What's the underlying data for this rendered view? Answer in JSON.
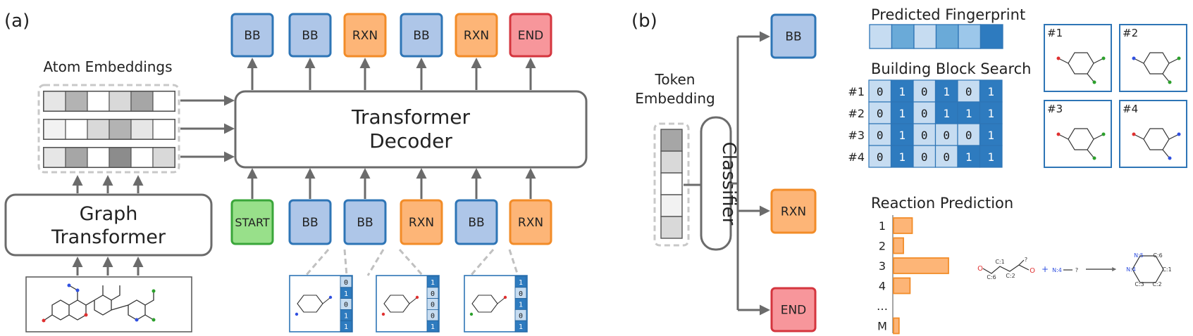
{
  "colors": {
    "bb_fill": "#aec6e8",
    "bb_stroke": "#2e75b6",
    "rxn_fill": "#fdb577",
    "rxn_stroke": "#f28c28",
    "end_fill": "#f7969b",
    "end_stroke": "#d4353e",
    "start_fill": "#98e08a",
    "start_stroke": "#3aa63a",
    "grey_stroke": "#6b6b6b",
    "dashed": "#c8c8c8",
    "fp_dark": "#2e7bbf",
    "fp_light": "#c6dcf1"
  },
  "panel_a": {
    "label": "(a)",
    "atom_embeddings_title": "Atom Embeddings",
    "atom_embedding_shades": [
      [
        "#e6e6e6",
        "#b3b3b3",
        "#ffffff",
        "#d9d9d9",
        "#a6a6a6",
        "#ffffff"
      ],
      [
        "#f2f2f2",
        "#ffffff",
        "#d9d9d9",
        "#b3b3b3",
        "#e6e6e6",
        "#ffffff"
      ],
      [
        "#e6e6e6",
        "#a6a6a6",
        "#ffffff",
        "#8c8c8c",
        "#ffffff",
        "#d9d9d9"
      ]
    ],
    "graph_transformer_lines": [
      "Graph",
      "Transformer"
    ],
    "decoder_lines": [
      "Transformer",
      "Decoder"
    ],
    "output_tokens": [
      "BB",
      "BB",
      "RXN",
      "BB",
      "RXN",
      "END"
    ],
    "input_tokens": [
      "START",
      "BB",
      "BB",
      "RXN",
      "BB",
      "RXN"
    ],
    "fingerprint_bits": [
      [
        "0",
        "1",
        "0",
        "1",
        "1"
      ],
      [
        "1",
        "0",
        "0",
        "0",
        "1"
      ],
      [
        "1",
        "0",
        "1",
        "0",
        "1"
      ]
    ]
  },
  "panel_b": {
    "label": "(b)",
    "token_embedding_lines": [
      "Token",
      "Embedding"
    ],
    "token_embedding_shades": [
      "#a6a6a6",
      "#d9d9d9",
      "#ffffff",
      "#f2f2f2",
      "#d9d9d9"
    ],
    "classifier_label": "Classifier",
    "classifier_outputs": [
      "BB",
      "RXN",
      "END"
    ],
    "predicted_fingerprint_title": "Predicted Fingerprint",
    "predicted_fingerprint_shades": [
      "#c6dcf1",
      "#6aaad8",
      "#c6dcf1",
      "#6aaad8",
      "#9cc7ea",
      "#2e7bbf"
    ],
    "bb_search_title": "Building Block Search",
    "bb_search_rows": [
      {
        "label": "#1",
        "bits": [
          "0",
          "1",
          "0",
          "1",
          "0",
          "1"
        ]
      },
      {
        "label": "#2",
        "bits": [
          "0",
          "1",
          "0",
          "1",
          "1",
          "1"
        ]
      },
      {
        "label": "#3",
        "bits": [
          "0",
          "1",
          "0",
          "0",
          "0",
          "1"
        ]
      },
      {
        "label": "#4",
        "bits": [
          "0",
          "1",
          "0",
          "0",
          "1",
          "1"
        ]
      }
    ],
    "candidate_labels": [
      "#1",
      "#2",
      "#3",
      "#4"
    ],
    "reaction_prediction_title": "Reaction Prediction",
    "reaction_rows": [
      {
        "label": "1",
        "value": 0.34
      },
      {
        "label": "2",
        "value": 0.18
      },
      {
        "label": "3",
        "value": 1.0
      },
      {
        "label": "4",
        "value": 0.3
      },
      {
        "label": "…",
        "value": 0
      },
      {
        "label": "M",
        "value": 0.1
      }
    ],
    "reaction_scheme": {
      "reactant_atoms": [
        "O",
        "C:6",
        "C:1",
        "C:2",
        "?",
        "O"
      ],
      "plus": "+",
      "reagent_atoms": [
        "N:4",
        "?"
      ],
      "product_atoms": [
        "N:5",
        "C:6",
        "N:4",
        "C:1",
        "C:3",
        "C:2"
      ]
    }
  }
}
